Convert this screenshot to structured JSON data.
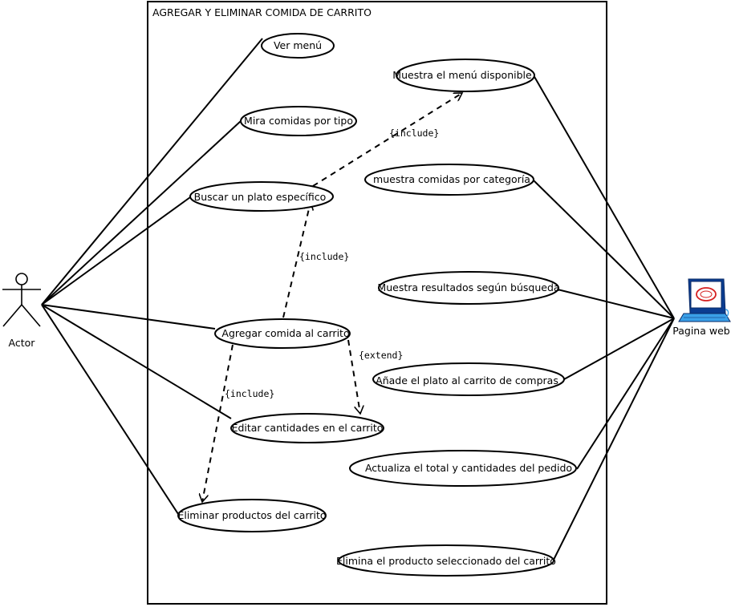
{
  "system": {
    "title": "AGREGAR Y ELIMINAR COMIDA DE CARRITO"
  },
  "actors": {
    "user": {
      "label": "Actor"
    },
    "web": {
      "label": "Pagina web",
      "icon": "computer-icon"
    }
  },
  "use_cases": {
    "ver_menu": "Ver menú",
    "mira_comidas": "Mira comidas por tipo",
    "buscar_plato": "Buscar un plato específico",
    "agregar_comida": "Agregar comida al carrito",
    "editar_cantidades": "Editar cantidades en el carrito",
    "eliminar_productos": "Eliminar productos del carrito",
    "muestra_menu": "Muestra el menú disponible",
    "muestra_categoria": "muestra comidas por categoría",
    "muestra_resultados": "Muestra resultados según búsqueda",
    "anade_plato": "Añade el plato al carrito de compras",
    "actualiza_total": "Actualiza el total y cantidades del pedido",
    "elimina_producto": "Elimina el producto seleccionado del carrito"
  },
  "relations": {
    "include_1": "{include}",
    "include_2": "{include}",
    "extend_1": "{extend}",
    "include_3": "{include}"
  }
}
